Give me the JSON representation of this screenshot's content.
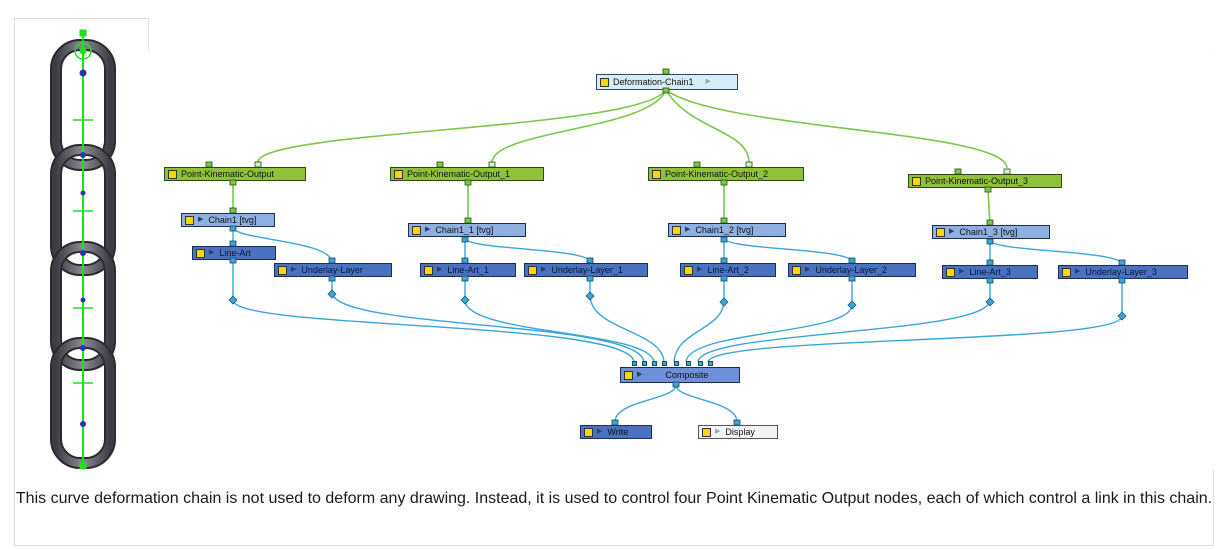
{
  "nodes": {
    "deformation_chain": "Deformation-Chain1",
    "pko_0": "Point-Kinematic-Output",
    "pko_1": "Point-Kinematic-Output_1",
    "pko_2": "Point-Kinematic-Output_2",
    "pko_3": "Point-Kinematic-Output_3",
    "chain_0": "Chain1 [tvg]",
    "chain_1": "Chain1_1 [tvg]",
    "chain_2": "Chain1_2 [tvg]",
    "chain_3": "Chain1_3 [tvg]",
    "lineart_0": "Line-Art",
    "lineart_1": "Line-Art_1",
    "lineart_2": "Line-Art_2",
    "lineart_3": "Line-Art_3",
    "underlay_0": "Underlay-Layer",
    "underlay_1": "Underlay-Layer_1",
    "underlay_2": "Underlay-Layer_2",
    "underlay_3": "Underlay-Layer_3",
    "composite": "Composite",
    "write": "Write",
    "display": "Display"
  },
  "caption": "This curve deformation chain is not used to deform any drawing. Instead, it is used to control four Point Kinematic Output nodes, each of which control a link in this chain.",
  "colors": {
    "deform_link": "#7ac84a",
    "composite_link": "#3aa6d8",
    "pko_node": "#8fc23a",
    "drawing_node": "#8fb0e0",
    "composite_node": "#6f8fd8",
    "chain_bone": "#22dd22"
  }
}
